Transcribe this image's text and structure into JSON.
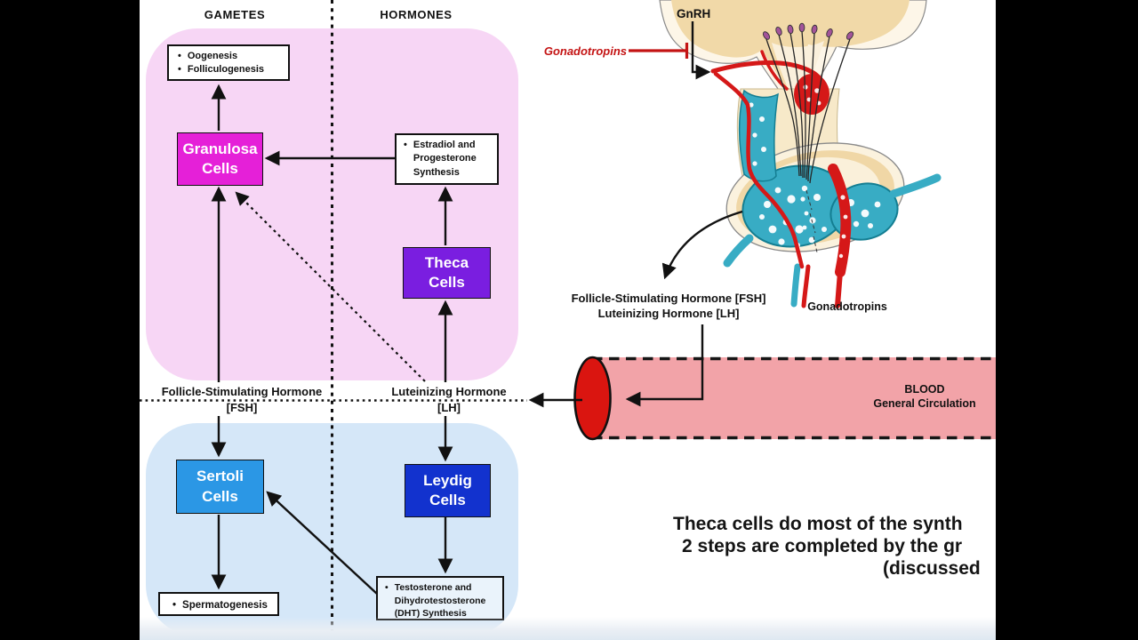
{
  "ui": {
    "bullet": "•"
  },
  "column_headers": {
    "gametes": "GAMETES",
    "hormones": "HORMONES"
  },
  "female_section": {
    "outcomes_box": {
      "items": [
        "Oogenesis",
        "Folliculogenesis"
      ]
    },
    "granulosa_cells_box": {
      "line1": "Granulosa",
      "line2": "Cells"
    },
    "estradiol_box": {
      "item": "Estradiol and Progesterone Synthesis"
    },
    "theca_cells_box": {
      "line1": "Theca",
      "line2": "Cells"
    }
  },
  "male_section": {
    "sertoli_cells_box": {
      "line1": "Sertoli",
      "line2": "Cells"
    },
    "leydig_cells_box": {
      "line1": "Leydig",
      "line2": "Cells"
    },
    "outcomes_box": {
      "item": "Spermatogenesis"
    },
    "testosterone_box": {
      "item": "Testosterone and Dihydrotestosterone (DHT) Synthesis"
    }
  },
  "hormone_axis": {
    "fsh": {
      "line1": "Follicle-Stimulating Hormone",
      "line2": "[FSH]"
    },
    "lh": {
      "line1": "Luteinizing Hormone",
      "line2": "[LH]"
    }
  },
  "pituitary_figure": {
    "gnrh_label": "GnRH",
    "negative_feedback_label": "Gonadotropins",
    "secretion_label": {
      "line1": "Follicle-Stimulating Hormone [FSH]",
      "line2": "Luteinizing Hormone [LH]"
    },
    "gonadotropins_label": "Gonadotropins"
  },
  "blood_vessel": {
    "line1": "BLOOD",
    "line2": "General Circulation"
  },
  "caption": {
    "line1": "Theca cells do most of the synth",
    "line2": "2 steps are completed by the gr",
    "line3": "(discussed"
  },
  "colors": {
    "granulosa_box": "#E520D8",
    "theca_box": "#7A1EE0",
    "sertoli_box": "#2B97E5",
    "leydig_box": "#1232CE",
    "female_panel": "#F7D6F5",
    "male_panel": "#D5E7F8",
    "vessel_fill": "#F2A3A8",
    "vessel_cap": "#DA1510",
    "feedback_red": "#C41414",
    "capillary_teal": "#38ACC4",
    "gland_cream": "#F1D9A8"
  }
}
